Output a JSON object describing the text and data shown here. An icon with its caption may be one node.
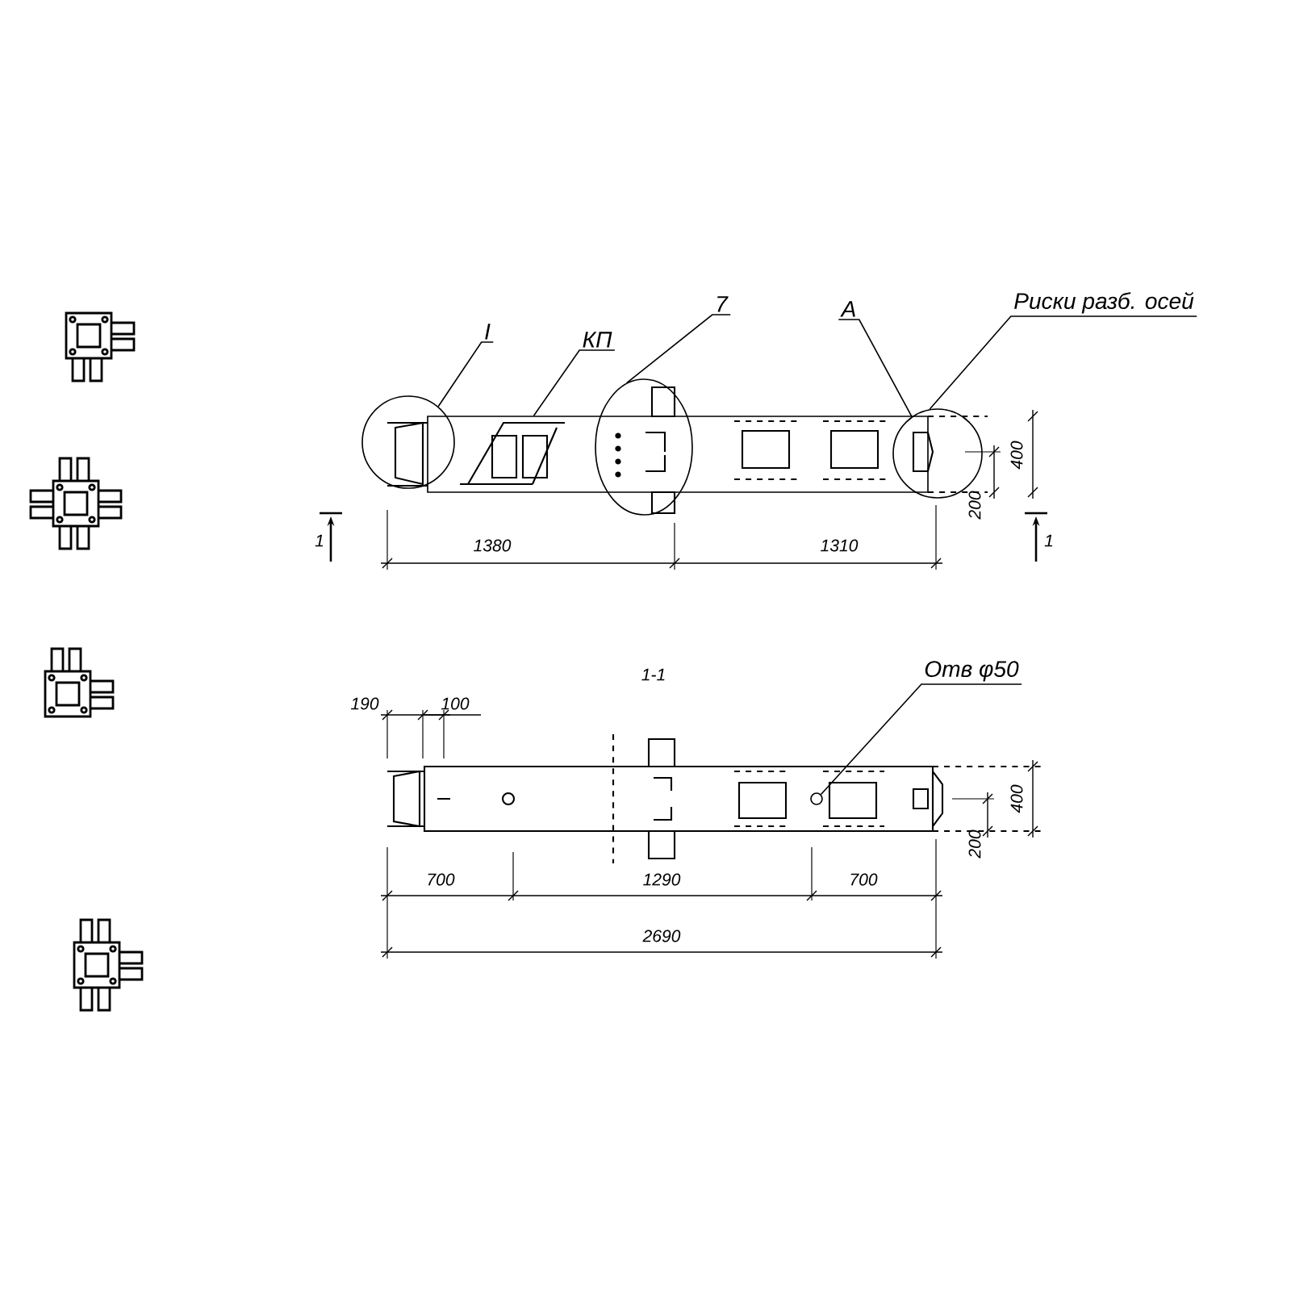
{
  "diagram": {
    "nodes": [
      {
        "text": [
          "I"
        ]
      },
      {
        "text": [
          "КП"
        ]
      },
      {
        "text": [
          "7"
        ]
      },
      {
        "text": [
          "А"
        ]
      },
      {
        "text": [
          "Риски разб. осей"
        ]
      },
      {
        "text": [],
        "shape": "circle"
      },
      {
        "text": [],
        "shape": "ellipse"
      },
      {
        "text": [],
        "shape": "circle"
      },
      {
        "text": [
          "Отв φ50"
        ]
      },
      {
        "text": [],
        "shape": "circle"
      },
      {
        "text": [],
        "shape": "box"
      }
    ],
    "edges": [
      {
        "from": 0,
        "to": 5,
        "arrow": "none"
      },
      {
        "from": 1,
        "to": 10,
        "arrow": "none"
      },
      {
        "from": 2,
        "to": 6,
        "arrow": "none"
      },
      {
        "from": 3,
        "to": 7,
        "arrow": "none"
      },
      {
        "from": 4,
        "to": 7,
        "arrow": "none"
      },
      {
        "from": 8,
        "to": 9,
        "arrow": "none"
      }
    ],
    "labels": [
      "1380",
      "1310",
      "400",
      "200",
      "1",
      "1",
      "1-1",
      "190",
      "100",
      "400",
      "200",
      "700",
      "1290",
      "700",
      "2690"
    ]
  }
}
